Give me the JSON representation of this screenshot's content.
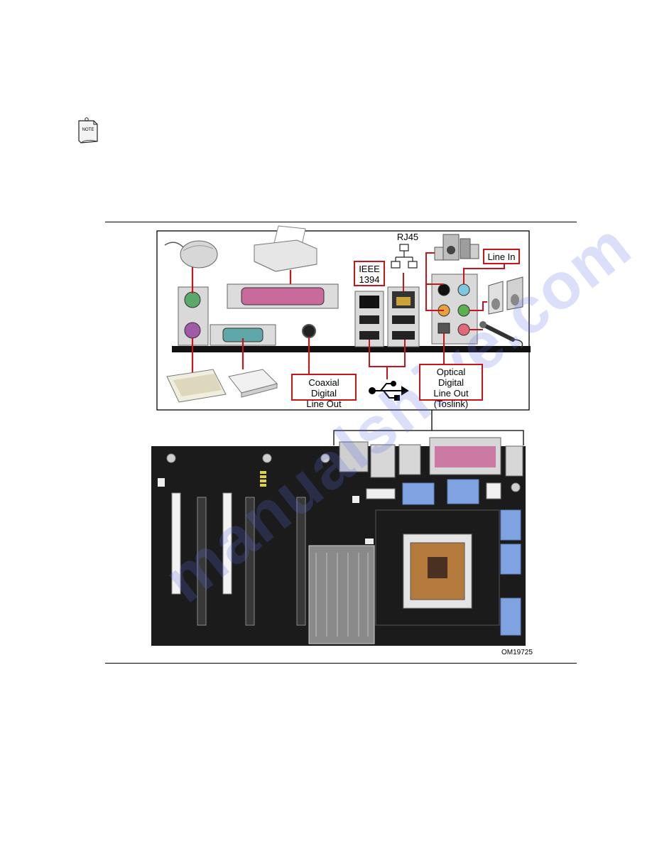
{
  "labels": {
    "rj45": "RJ45",
    "ieee_line1": "IEEE",
    "ieee_line2": "1394",
    "line_in": "Line In",
    "coaxial_line1": "Coaxial Digital",
    "coaxial_line2": "Line Out",
    "optical_line1": "Optical Digital",
    "optical_line2": "Line Out",
    "optical_line3": "(Toslink)",
    "figure_id": "OM19725",
    "watermark": "manualshive.com",
    "note_icon_text": "NOTE"
  },
  "colors": {
    "callout_border": "#c8141b",
    "board": "#1b1b1b",
    "ps2_mouse": "#5aa86a",
    "ps2_keyboard": "#a15aa8",
    "parallel": "#c86a9a",
    "serial": "#5fa7a9",
    "heatsink": "#7fa3e0",
    "audio_line_in": "#7fc7e0",
    "audio_line_out": "#5cb050",
    "audio_mic": "#e06a7a",
    "audio_orange": "#e8a23b"
  }
}
